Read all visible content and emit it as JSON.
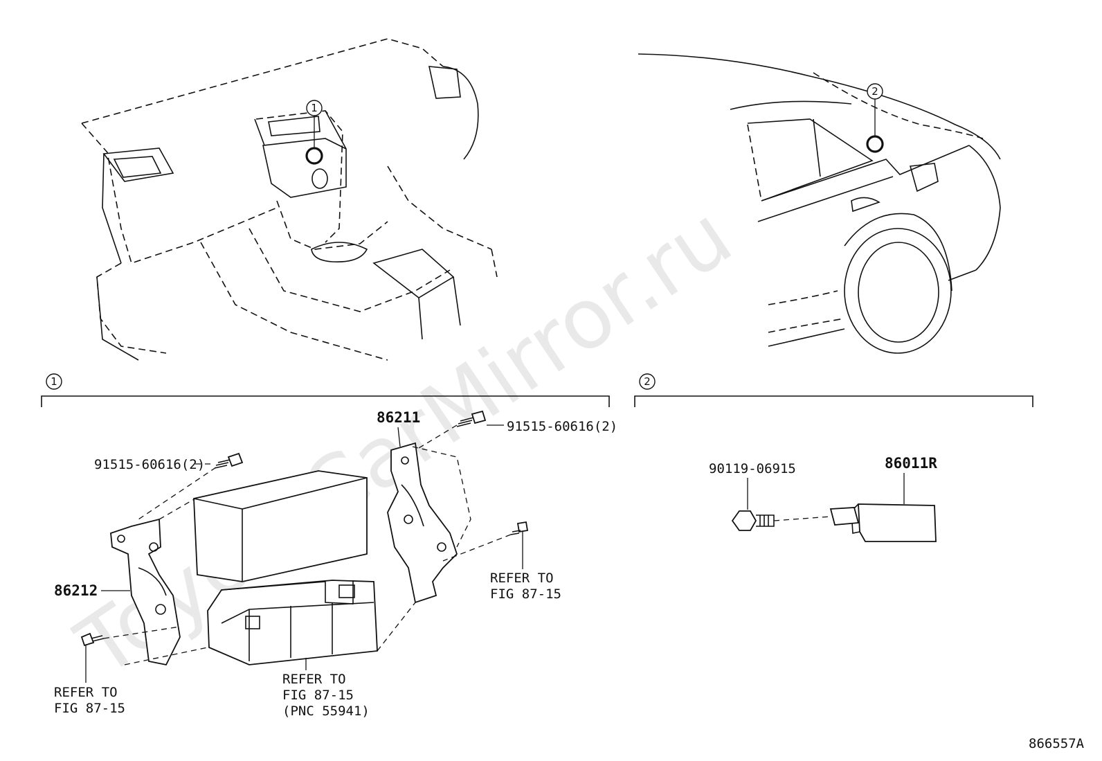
{
  "watermark": "ToyotaCarMirror.ru",
  "figure_code": "866557A",
  "callouts": [
    "1",
    "2"
  ],
  "sections": [
    {
      "id": "1",
      "parts": [
        {
          "number": "86211"
        },
        {
          "number": "86212"
        },
        {
          "number": "91515-60616(2)",
          "note": "left bolt"
        },
        {
          "number": "91515-60616(2)",
          "note": "right bolt"
        }
      ],
      "refers": [
        {
          "line1": "REFER TO",
          "line2": "FIG 87-15",
          "line3": ""
        },
        {
          "line1": "REFER TO",
          "line2": "FIG 87-15",
          "line3": ""
        },
        {
          "line1": "REFER TO",
          "line2": "FIG 87-15",
          "line3": "(PNC 55941)"
        }
      ]
    },
    {
      "id": "2",
      "parts": [
        {
          "number": "90119-06915"
        },
        {
          "number": "86011R"
        }
      ]
    }
  ]
}
